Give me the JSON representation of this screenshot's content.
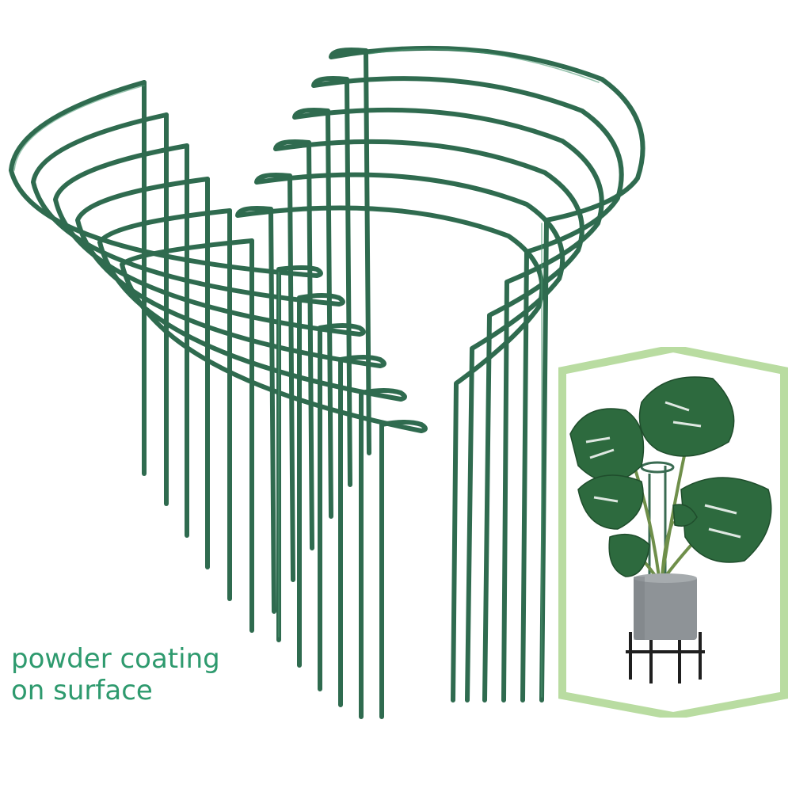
{
  "caption": {
    "line1": "powder coating",
    "line2": "on surface"
  },
  "colors": {
    "wire": "#2f6b4f",
    "wire_highlight": "#4f9a74",
    "caption_text": "#2e9a6e",
    "inset_frame": "#b9dca1",
    "leaf": "#2d6a3e",
    "pot": "#8e9397"
  },
  "inset": {
    "subject": "monstera-in-pot"
  }
}
